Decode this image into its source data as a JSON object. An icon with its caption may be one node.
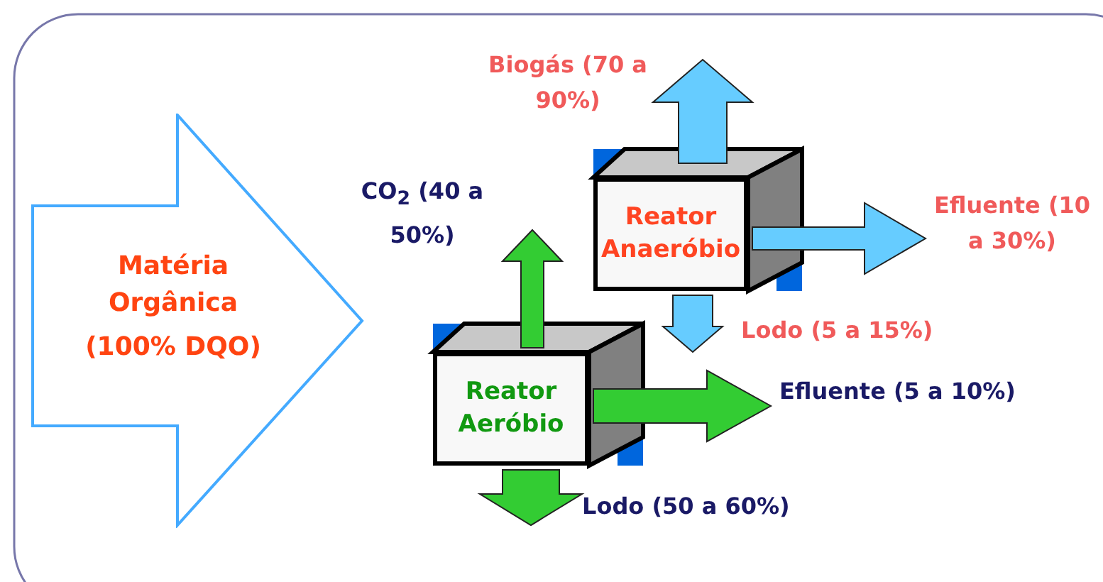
{
  "diagram": {
    "nodes": [
      {
        "text": [
          "Matéria Orgânica",
          "(100% DQO)"
        ]
      },
      {
        "text": [
          "Biogás (70 a 90%)"
        ]
      },
      {
        "text": [
          "Reator Anaeróbio"
        ]
      },
      {
        "text": [
          "CO$_{2}$ (40 a 50%)"
        ]
      },
      {
        "text": [
          "Efluente (10 a 30%)"
        ]
      },
      {
        "text": [
          "Lodo (5 a 15%)"
        ]
      },
      {
        "text": [
          "Reator Aeróbio"
        ]
      },
      {
        "text": [
          "Efluente (5 a 10%)"
        ]
      },
      {
        "text": [
          "Lodo (50 a 60%)"
        ]
      }
    ],
    "edges": [
      {
        "from": 2,
        "to": 1,
        "arrow": "to",
        "color": "#66ccff"
      },
      {
        "from": 2,
        "to": 4,
        "arrow": "to",
        "color": "#66ccff"
      },
      {
        "from": 2,
        "to": 5,
        "arrow": "to",
        "color": "#66ccff"
      },
      {
        "from": 6,
        "to": 3,
        "arrow": "to",
        "color": "#33cc33"
      },
      {
        "from": 6,
        "to": 7,
        "arrow": "to",
        "color": "#33cc33"
      },
      {
        "from": 6,
        "to": 8,
        "arrow": "to",
        "color": "#33cc33"
      }
    ]
  }
}
